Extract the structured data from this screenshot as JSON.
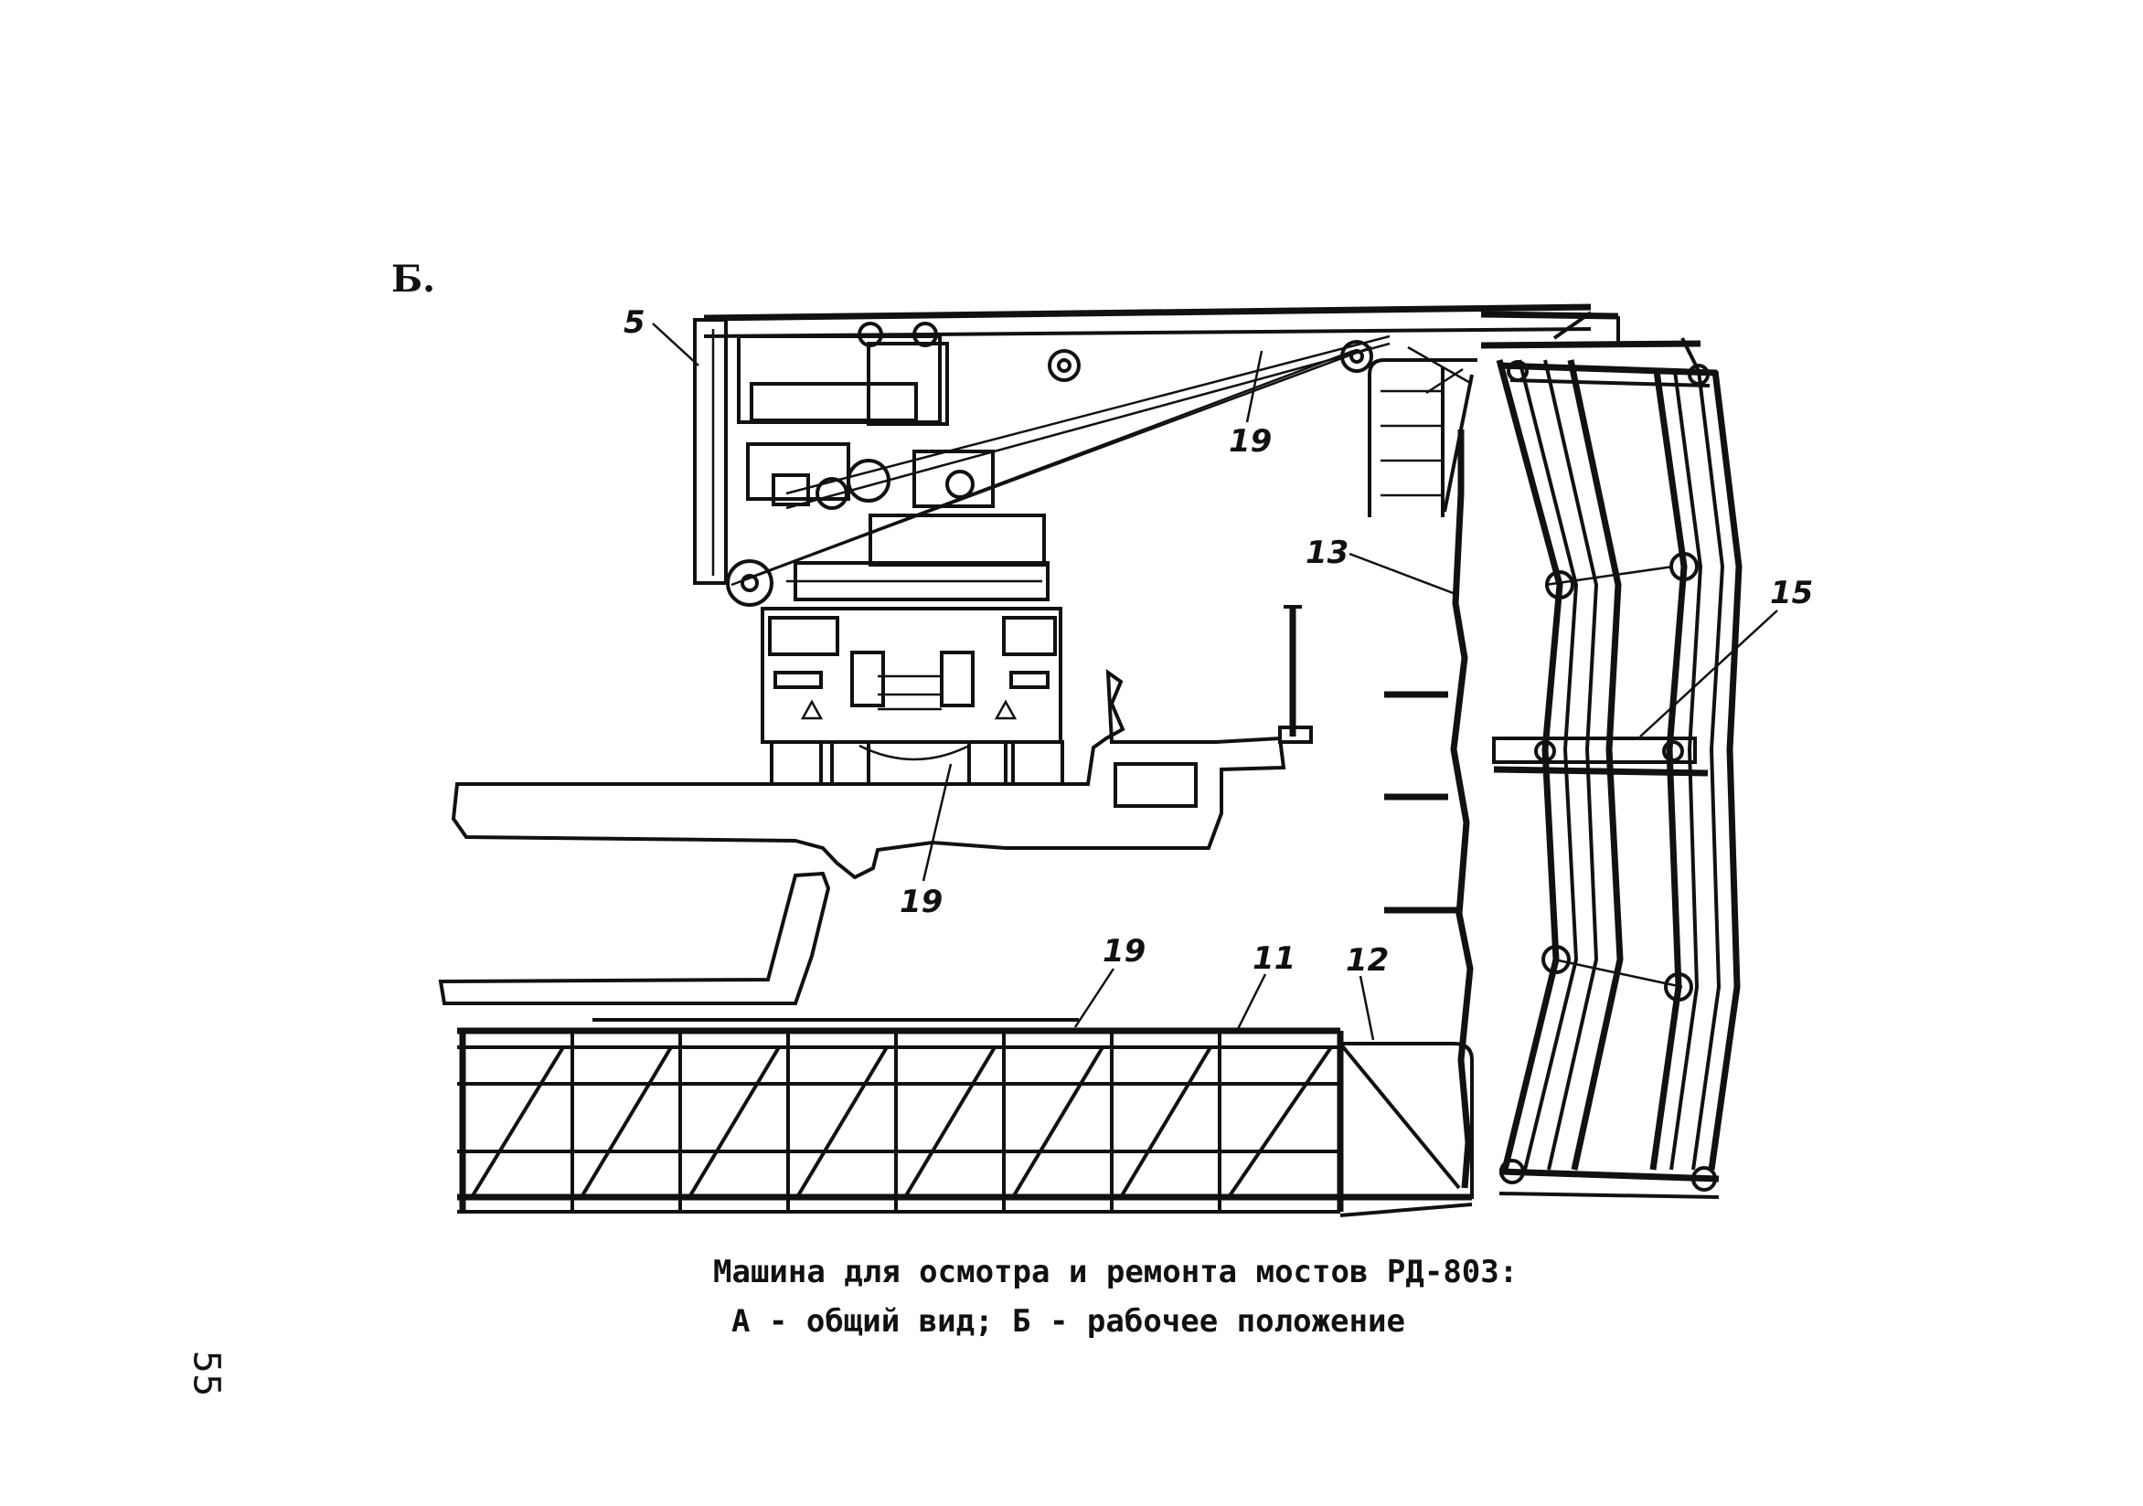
{
  "sheet_label": "Б.",
  "caption": {
    "line1": "Машина для осмотра и ремонта мостов РД-803:",
    "line2": "А - общий вид; Б - рабочее положение"
  },
  "page_number": "55",
  "callouts": {
    "c5": "5",
    "c19_top": "19",
    "c13": "13",
    "c15": "15",
    "c19_mid": "19",
    "c19_low": "19",
    "c11": "11",
    "c12": "12"
  }
}
